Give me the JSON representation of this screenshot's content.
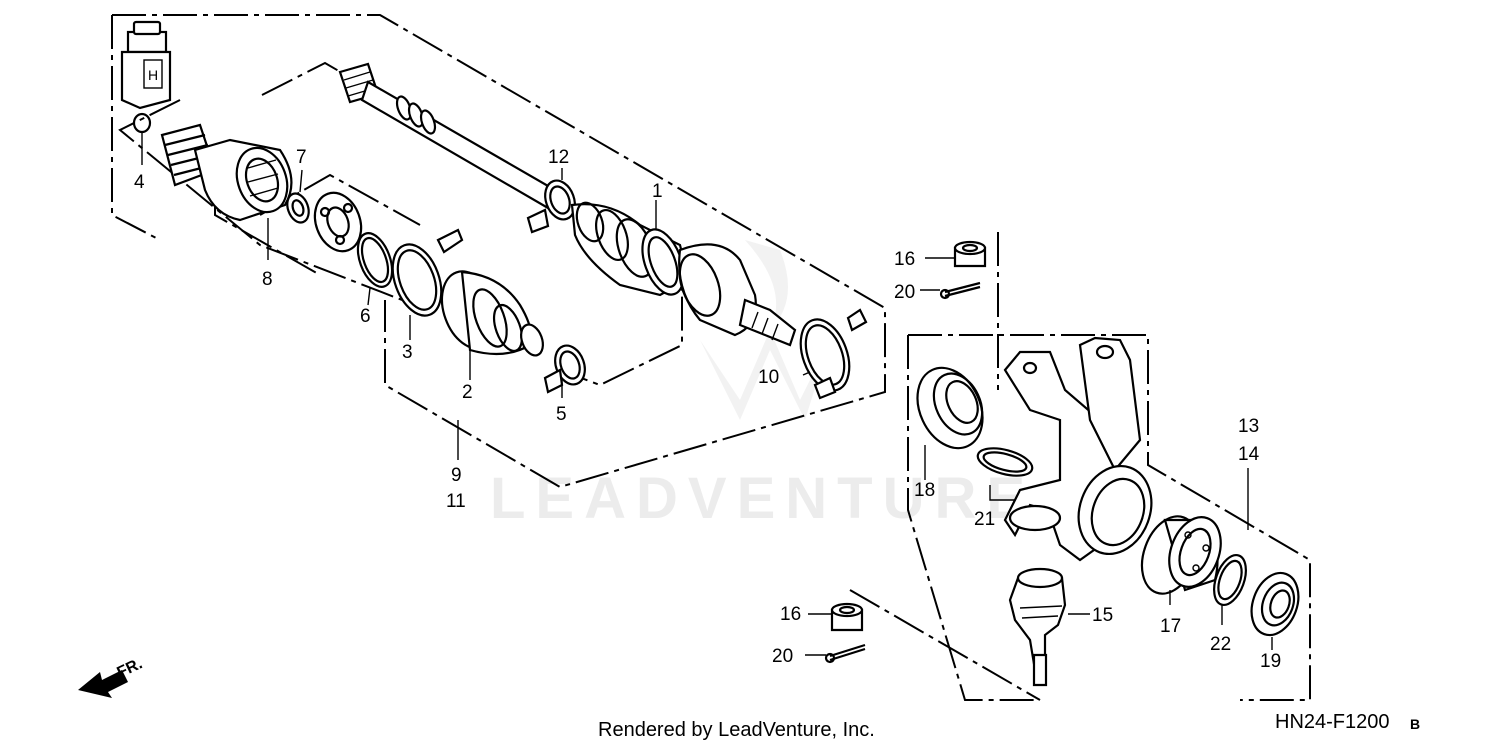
{
  "watermark": "LEADVENTURE",
  "footer_credit": "Rendered by LeadVenture, Inc.",
  "diagram_code": "HN24-F1200",
  "diagram_code_suffix": "B",
  "direction_label": "FR.",
  "callouts": {
    "c1": "1",
    "c2": "2",
    "c3": "3",
    "c4": "4",
    "c5": "5",
    "c6": "6",
    "c7": "7",
    "c8": "8",
    "c9": "9",
    "c10": "10",
    "c11": "11",
    "c12": "12",
    "c13": "13",
    "c14": "14",
    "c15": "15",
    "c16a": "16",
    "c16b": "16",
    "c17": "17",
    "c18": "18",
    "c19": "19",
    "c20a": "20",
    "c20b": "20",
    "c21": "21",
    "c22": "22"
  },
  "grease_tube_label": "H"
}
